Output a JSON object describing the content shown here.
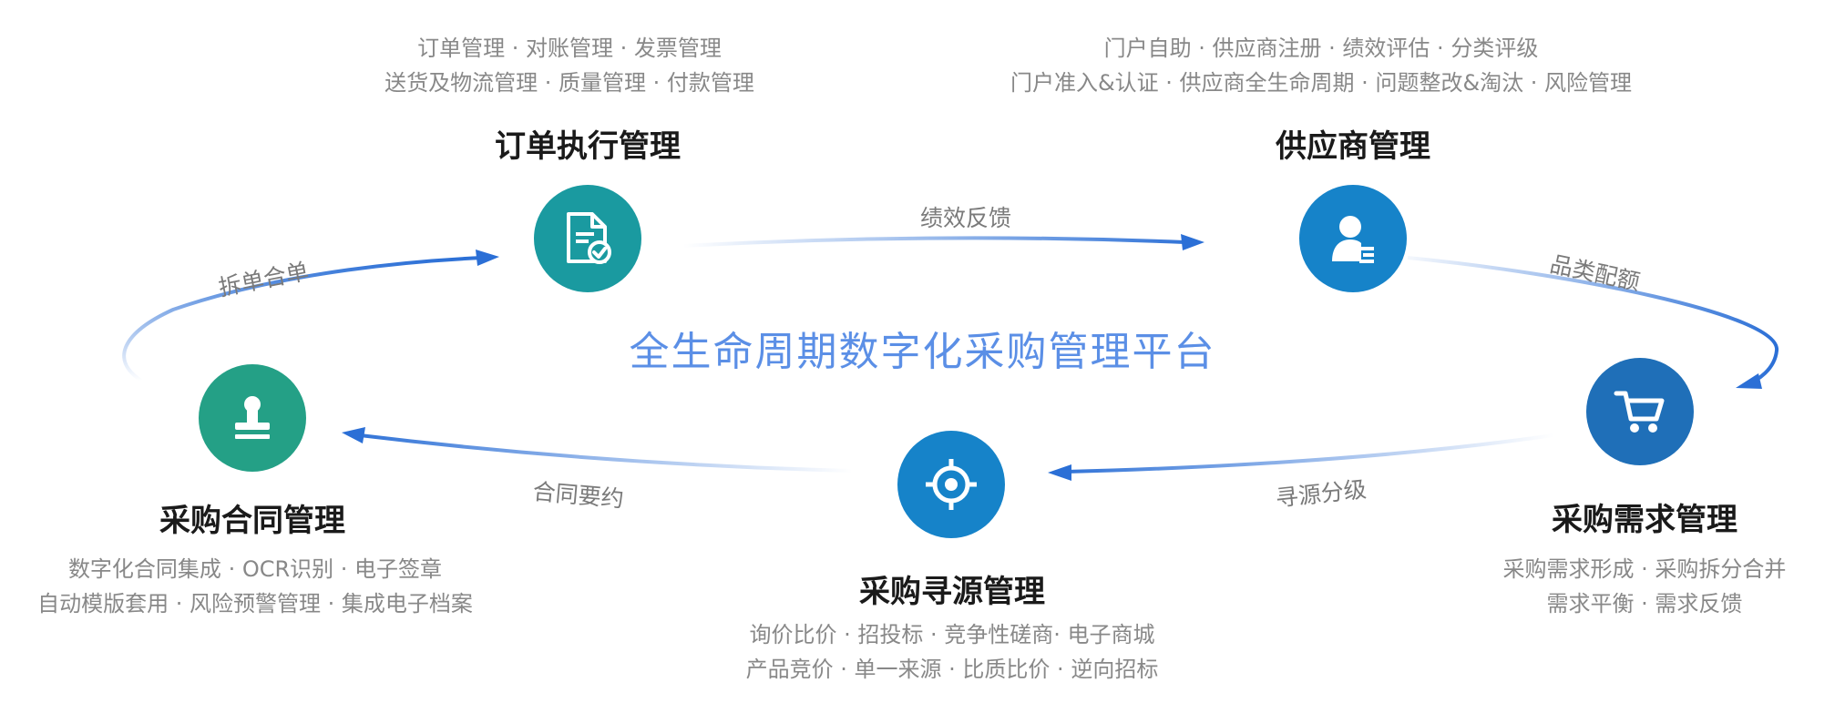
{
  "center_title": "全生命周期数字化采购管理平台",
  "colors": {
    "teal": "#1a9aa0",
    "blue": "#1683c9",
    "green": "#24a086",
    "deep_blue": "#1f6fb8",
    "arrow": "#2b6fd6"
  },
  "nodes": {
    "order": {
      "title": "订单执行管理",
      "icon": "document-check-icon",
      "desc": [
        "订单管理 · 对账管理 · 发票管理",
        "送货及物流管理 · 质量管理 · 付款管理"
      ]
    },
    "supplier": {
      "title": "供应商管理",
      "icon": "supplier-user-icon",
      "desc": [
        "门户自助 · 供应商注册 · 绩效评估 · 分类评级",
        "门户准入&认证 · 供应商全生命周期 · 问题整改&淘汰 · 风险管理"
      ]
    },
    "demand": {
      "title": "采购需求管理",
      "icon": "shopping-cart-icon",
      "desc": [
        "采购需求形成 · 采购拆分合并",
        "需求平衡 · 需求反馈"
      ]
    },
    "sourcing": {
      "title": "采购寻源管理",
      "icon": "target-crosshair-icon",
      "desc": [
        "询价比价 · 招投标 · 竞争性磋商· 电子商城",
        "产品竞价 · 单一来源 · 比质比价 · 逆向招标"
      ]
    },
    "contract": {
      "title": "采购合同管理",
      "icon": "stamp-icon",
      "desc": [
        "数字化合同集成 · OCR识别 · 电子签章",
        "自动模版套用 · 风险预警管理 · 集成电子档案"
      ]
    }
  },
  "arrows": {
    "perf_feedback": "绩效反馈",
    "category_quota": "品类配额",
    "sourcing_grade": "寻源分级",
    "contract_sign": "合同要约",
    "split_merge": "拆单合单"
  }
}
